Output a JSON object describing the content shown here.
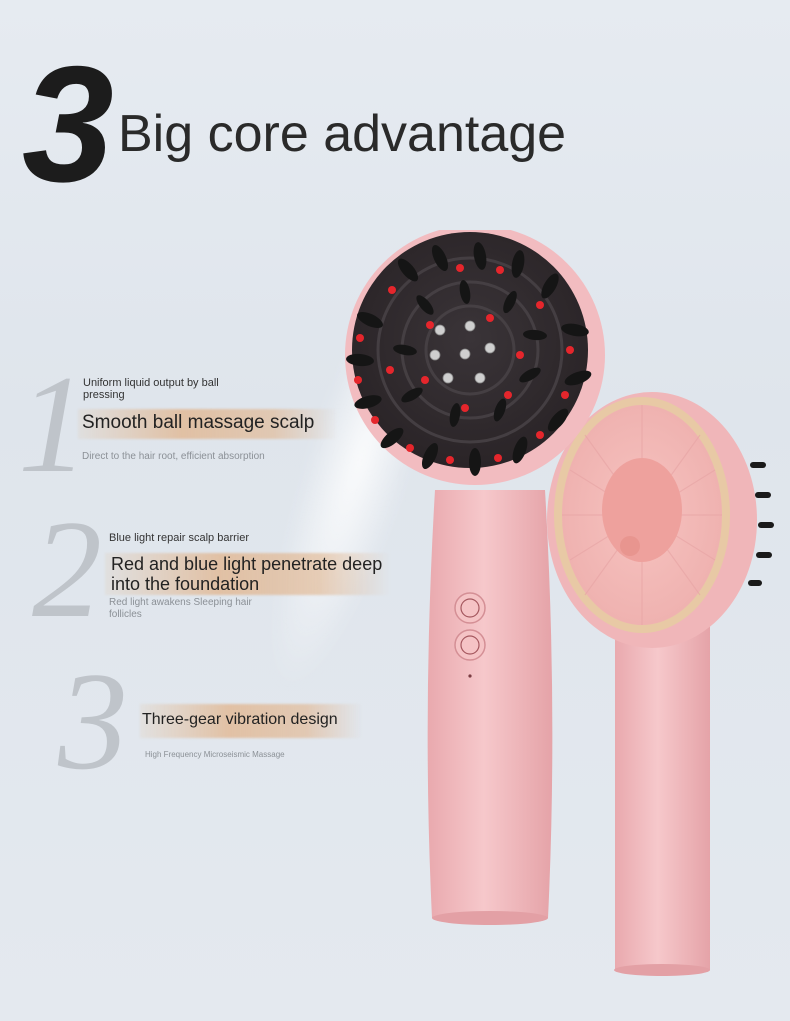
{
  "header": {
    "number": "3",
    "title": "Big core advantage"
  },
  "features": [
    {
      "number": "1",
      "top_note": "Uniform liquid output by ball pressing",
      "headline": "Smooth ball massage scalp",
      "detail": "Direct to the hair root, efficient absorption"
    },
    {
      "number": "2",
      "top_note": "Blue light repair scalp barrier",
      "headline": "Red and blue light penetrate deep into the foundation",
      "detail": "Red light awakens Sleeping hair follicles"
    },
    {
      "number": "3",
      "top_note": "",
      "headline": "Three-gear vibration design",
      "detail": "High Frequency Microseismic Massage"
    }
  ],
  "colors": {
    "body_pink": "#f2bcc0",
    "led_red": "#e5262c",
    "bristle": "#1a1a1a",
    "gold_ring": "#e8c9a5"
  }
}
